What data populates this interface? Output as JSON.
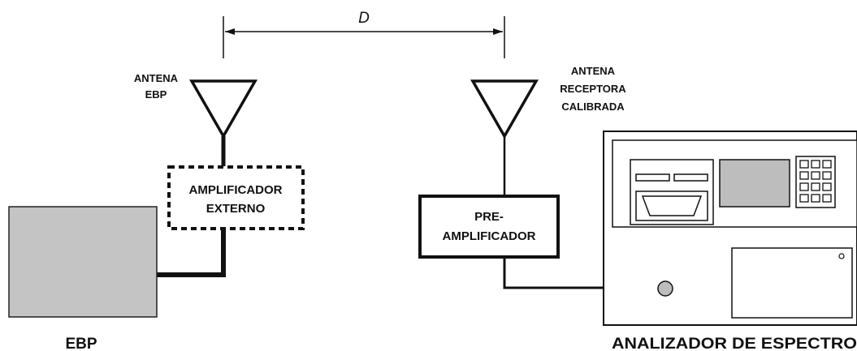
{
  "distance_label": "D",
  "tx_antenna": {
    "line1": "ANTENA",
    "line2": "EBP"
  },
  "external_amplifier": {
    "line1": "AMPLIFICADOR",
    "line2": "EXTERNO"
  },
  "ebp": {
    "label": "EBP",
    "color": "#c4c4c4"
  },
  "rx_antenna": {
    "line1": "ANTENA",
    "line2": "RECEPTORA",
    "line3": "CALIBRADA"
  },
  "preamplifier": {
    "line1": "PRE-",
    "line2": "AMPLIFICADOR"
  },
  "spectrum_analyzer": {
    "label": "ANALIZADOR DE ESPECTRO",
    "screen_color": "#bdbdbd"
  }
}
